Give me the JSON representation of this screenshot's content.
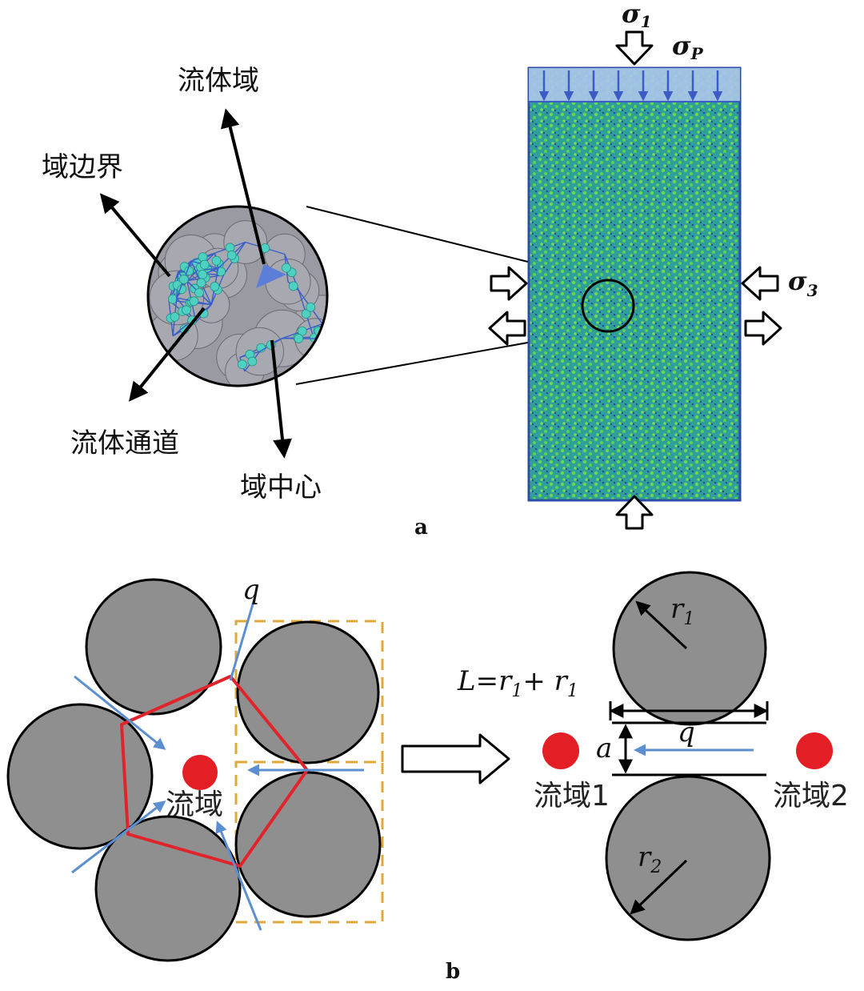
{
  "panel_a": {
    "label": "a",
    "labels": {
      "fluid_domain": "流体域",
      "domain_boundary": "域边界",
      "fluid_channel": "流体通道",
      "domain_center": "域中心"
    },
    "stress": {
      "sigma1": "σ",
      "sigma1_sub": "1",
      "sigmaP": "σ",
      "sigmaP_sub": "P",
      "sigma3": "σ",
      "sigma3_sub": "3"
    }
  },
  "panel_b": {
    "label": "b",
    "labels": {
      "q_top": "q",
      "fluid_domain": "流域",
      "formula_L": "L",
      "formula_eq": "=",
      "formula_r1a": "r",
      "formula_sub1a": "1",
      "formula_plus": "+ ",
      "formula_r1b": "r",
      "formula_sub1b": "1",
      "r1": "r",
      "r1_sub": "1",
      "r2": "r",
      "r2_sub": "2",
      "a": "a",
      "q_right": "q",
      "domain1": "流域1",
      "domain2": "流域2"
    }
  },
  "colors": {
    "specimen_fill": "#2ea89a",
    "specimen_dot": "#6ad64f",
    "specimen_edge": "#2b4da8",
    "loading_plate": "#a9c4e8",
    "load_arrow": "#3d5bc4",
    "particle": "#8f8f90",
    "network": "#e0242b",
    "flow_arrow": "#5b8fcf",
    "fluid_node": "#e31e24",
    "frame": "#e0a83a"
  }
}
